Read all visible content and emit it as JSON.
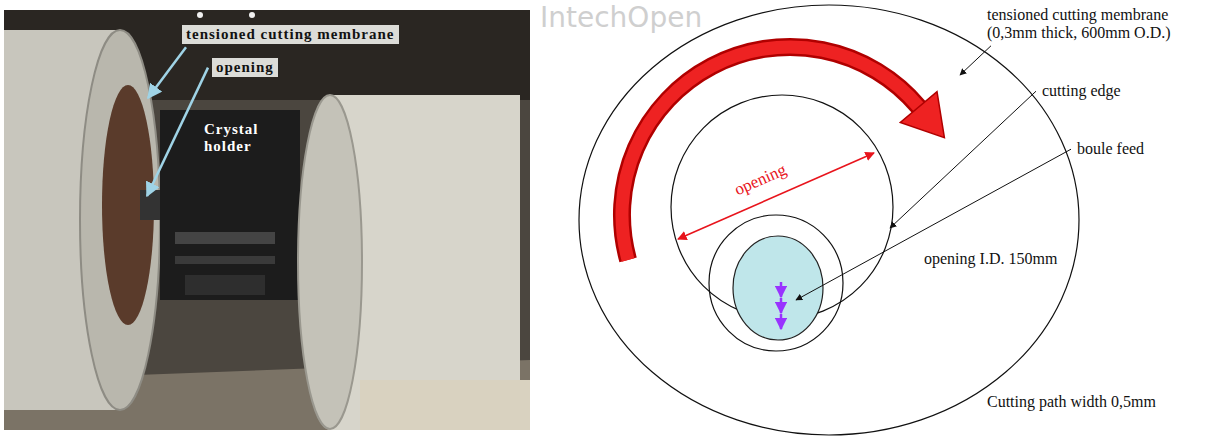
{
  "diagram": {
    "labels": [
      "tensioned cutting membrane",
      "opening",
      "Crystal holder",
      "tensioned cutting membrane (0,3mm thick, 600mm O.D.)",
      "opening",
      "cutting edge",
      "boule feed",
      "opening I.D. 150mm",
      "Cutting path width 0,5mm",
      "IntechOpen"
    ]
  }
}
